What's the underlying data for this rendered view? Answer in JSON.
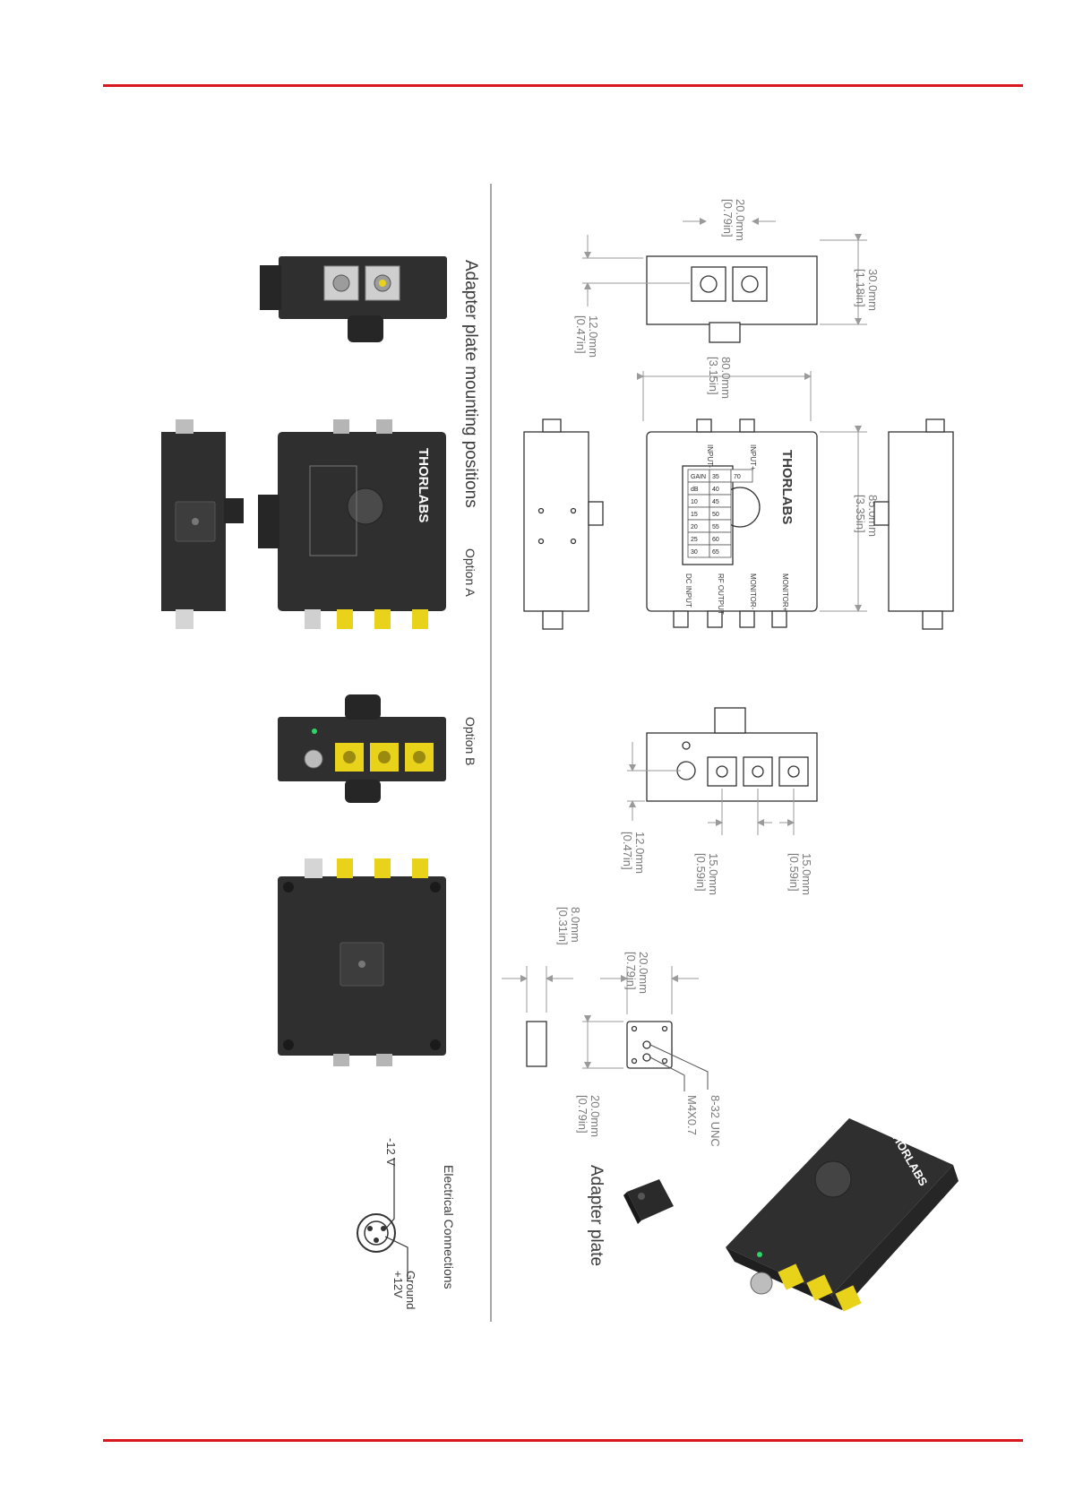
{
  "colors": {
    "accent_rule": "#d7191f",
    "housing": "#2f2f2f",
    "connector_gold": "#e8d21a",
    "led": "#2ed36a",
    "dimension_line": "#9a9a9a"
  },
  "captions": {
    "mounting_positions": "Adapter plate mounting positions",
    "option_a": "Option A",
    "option_b": "Option B",
    "electrical": "Electrical Connections",
    "adapter_plate": "Adapter plate"
  },
  "electrical": {
    "minus": "-12 V",
    "ground": "Ground",
    "plus": "+12V"
  },
  "brand": "THORLABS",
  "ports": {
    "input_plus": "INPUT+",
    "input_minus": "INPUT-",
    "monitor_plus": "MONITOR+",
    "monitor_minus": "MONITOR-",
    "rf_output": "RF OUTPUT",
    "dc_input": "DC INPUT"
  },
  "gain_table": [
    "GAIN",
    "dB",
    "10",
    "15",
    "20",
    "25",
    "30",
    "35",
    "40",
    "45",
    "50",
    "55",
    "60",
    "65",
    "70"
  ],
  "dimensions": {
    "d20_top": [
      "20.0mm",
      "[0.79in]"
    ],
    "d12_top": [
      "12.0mm",
      "[0.47in]"
    ],
    "d30": [
      "30.0mm",
      "[1.18in]"
    ],
    "d80": [
      "80.0mm",
      "[3.15in]"
    ],
    "d85": [
      "85.0mm",
      "[3.35in]"
    ],
    "d12_mid": [
      "12.0mm",
      "[0.47in]"
    ],
    "d15_a": [
      "15.0mm",
      "[0.59in]"
    ],
    "d15_b": [
      "15.0mm",
      "[0.59in]"
    ],
    "d8": [
      "8.0mm",
      "[0.31in]"
    ],
    "d20_plate_w": [
      "20.0mm",
      "[0.79in]"
    ],
    "d20_plate_h": [
      "20.0mm",
      "[0.79in]"
    ],
    "thread_unc": "8-32 UNC",
    "thread_metric": "M4X0.7"
  }
}
